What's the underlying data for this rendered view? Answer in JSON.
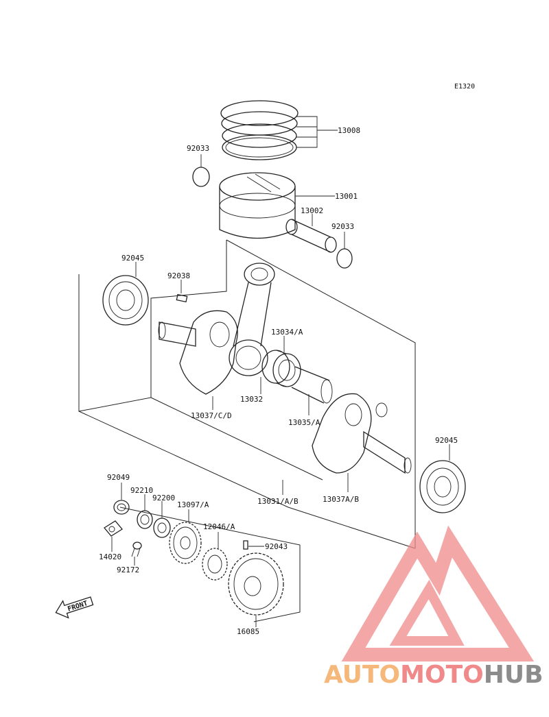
{
  "diagram_code": "E1320",
  "parts": {
    "p13008": "13008",
    "p92033a": "92033",
    "p13001": "13001",
    "p13002": "13002",
    "p92033b": "92033",
    "p92045a": "92045",
    "p92038": "92038",
    "p13034a": "13034/A",
    "p13032": "13032",
    "p13037cd": "13037/C/D",
    "p13035a": "13035/A",
    "p92045b": "92045",
    "p92049": "92049",
    "p92210": "92210",
    "p92200": "92200",
    "p13097a": "13097/A",
    "p12046a": "12046/A",
    "p92043": "92043",
    "p14020": "14020",
    "p92172": "92172",
    "p13031ab": "13031/A/B",
    "p13037ab": "13037A/B",
    "p16085": "16085"
  },
  "front_label": "FRONT",
  "watermark": {
    "part1": "AUTO",
    "part2": "MOTO",
    "part3": "HUB",
    "color_orange": "#f5b87a",
    "color_red": "#f08a8a",
    "color_gray": "#8c8c8c"
  }
}
